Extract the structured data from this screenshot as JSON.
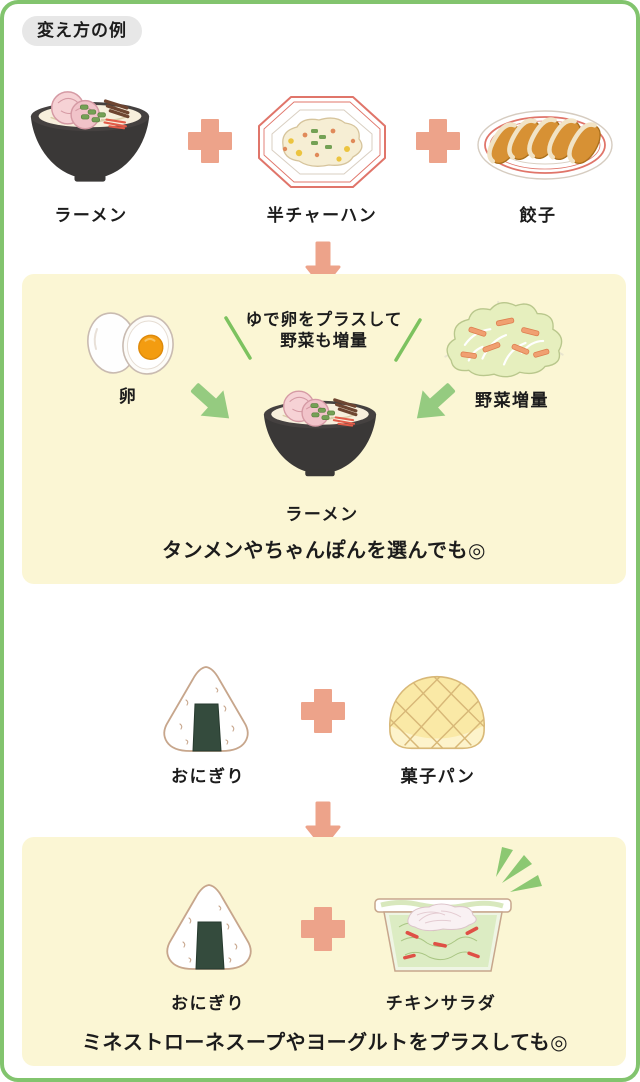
{
  "page": {
    "title": "変え方の例",
    "colors": {
      "border_green": "#82c46e",
      "accent_salmon": "#eda38a",
      "accent_green": "#95cb80",
      "slash_green": "#7cc25f",
      "box_yellow": "#fbf6d4",
      "title_pill_gray": "#e7e7e7",
      "text_black": "#1c1c1c"
    }
  },
  "section1": {
    "before": {
      "items": [
        {
          "name": "ラーメン",
          "icon": "ramen-bowl-icon"
        },
        {
          "name": "半チャーハン",
          "icon": "fried-rice-plate-icon"
        },
        {
          "name": "餃子",
          "icon": "gyoza-plate-icon"
        }
      ]
    },
    "after": {
      "additions": [
        {
          "name": "卵",
          "icon": "boiled-egg-icon"
        },
        {
          "name": "野菜増量",
          "icon": "vegetables-icon"
        }
      ],
      "callout_line1": "ゆで卵をプラスして",
      "callout_line2": "野菜も増量",
      "result": {
        "name": "ラーメン",
        "icon": "ramen-bowl-icon"
      },
      "note": "タンメンやちゃんぽんを選んでも◎"
    }
  },
  "section2": {
    "before": {
      "items": [
        {
          "name": "おにぎり",
          "icon": "onigiri-icon"
        },
        {
          "name": "菓子パン",
          "icon": "melon-pan-icon"
        }
      ]
    },
    "after": {
      "items": [
        {
          "name": "おにぎり",
          "icon": "onigiri-icon"
        },
        {
          "name": "チキンサラダ",
          "icon": "chicken-salad-icon"
        }
      ],
      "note": "ミネストローネスープやヨーグルトをプラスしても◎"
    }
  }
}
